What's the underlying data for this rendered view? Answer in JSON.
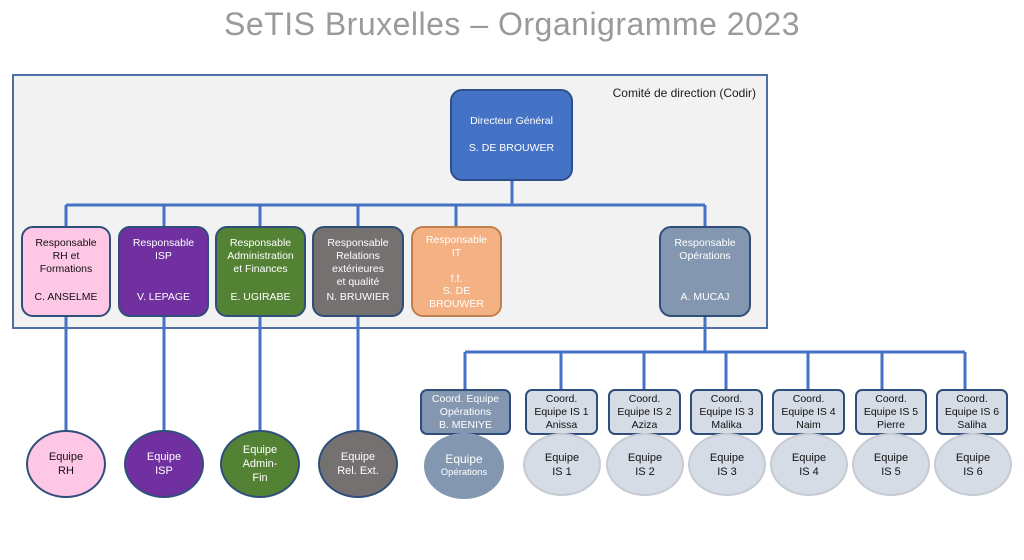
{
  "title": "SeTIS Bruxelles – Organigramme 2023",
  "codir_label": "Comité de direction (Codir)",
  "director": {
    "title": "Directeur Général",
    "name": "S. DE BROUWER",
    "color": "#4472c4"
  },
  "managers": [
    {
      "title": "Responsable\nRH et\nFormations",
      "name": "C. ANSELME",
      "color": "#ffc7e6",
      "text": "#111111"
    },
    {
      "title": "Responsable\nISP",
      "name": "V. LEPAGE",
      "color": "#7030a0",
      "text": "#ffffff"
    },
    {
      "title": "Responsable\nAdministration\net Finances",
      "name": "E. UGIRABE",
      "color": "#548235",
      "text": "#ffffff"
    },
    {
      "title": "Responsable\nRelations\nextérieures\net qualité",
      "name": "N. BRUWIER",
      "color": "#767171",
      "text": "#ffffff"
    },
    {
      "title": "Responsable\nIT\n\nf.f.",
      "name": "S. DE\nBROUWER",
      "color": "#f4b183",
      "text": "#ffffff"
    },
    {
      "title": "Responsable\nOpérations",
      "name": "A. MUCAJ",
      "color": "#8497b0",
      "text": "#ffffff"
    }
  ],
  "coordinators": [
    {
      "title": "Coord. Equipe\nOpérations",
      "name": "B. MENIYE"
    },
    {
      "title": "Coord.\nEquipe IS 1",
      "name": "Anissa"
    },
    {
      "title": "Coord.\nEquipe IS 2",
      "name": "Aziza"
    },
    {
      "title": "Coord.\nEquipe IS 3",
      "name": "Malika"
    },
    {
      "title": "Coord.\nEquipe IS 4",
      "name": "Naim"
    },
    {
      "title": "Coord.\nEquipe IS 5",
      "name": "Pierre"
    },
    {
      "title": "Coord.\nEquipe IS 6",
      "name": "Saliha"
    }
  ],
  "teams_left": [
    {
      "label": "Equipe\nRH",
      "color": "#ffc7e6",
      "text": "#111111"
    },
    {
      "label": "Equipe\nISP",
      "color": "#7030a0",
      "text": "#ffffff"
    },
    {
      "label": "Equipe\nAdmin-\nFin",
      "color": "#548235",
      "text": "#ffffff"
    },
    {
      "label": "Equipe\nRel. Ext.",
      "color": "#767171",
      "text": "#ffffff"
    }
  ],
  "teams_right": [
    {
      "label": "Equipe",
      "sub": "Opérations",
      "color": "#8497b0",
      "text": "#ffffff"
    },
    {
      "label": "Equipe\nIS 1",
      "color": "#d6dce5",
      "text": "#111111"
    },
    {
      "label": "Equipe\nIS 2",
      "color": "#d6dce5",
      "text": "#111111"
    },
    {
      "label": "Equipe\nIS 3",
      "color": "#d6dce5",
      "text": "#111111"
    },
    {
      "label": "Equipe\nIS 4",
      "color": "#d6dce5",
      "text": "#111111"
    },
    {
      "label": "Equipe\nIS 5",
      "color": "#d6dce5",
      "text": "#111111"
    },
    {
      "label": "Equipe\nIS 6",
      "color": "#d6dce5",
      "text": "#111111"
    }
  ],
  "line_color": "#4472c4"
}
